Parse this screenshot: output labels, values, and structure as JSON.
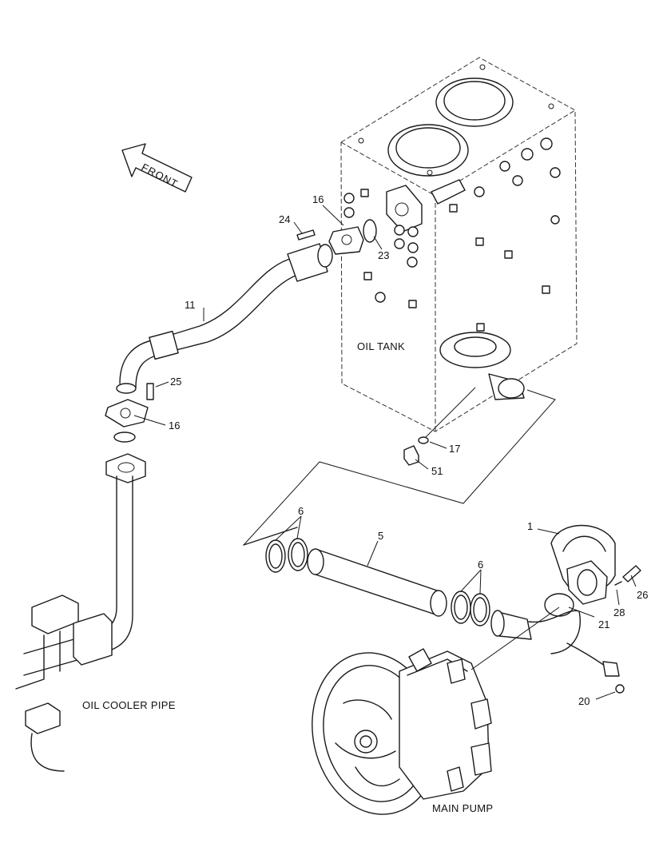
{
  "direction_arrow": {
    "text": "FRONT"
  },
  "assemblies": {
    "oil_tank": "OIL TANK",
    "oil_cooler_pipe": "OIL COOLER PIPE",
    "main_pump": "MAIN PUMP"
  },
  "callouts": [
    {
      "id": "c16a",
      "text": "16"
    },
    {
      "id": "c24",
      "text": "24"
    },
    {
      "id": "c23",
      "text": "23"
    },
    {
      "id": "c11",
      "text": "11"
    },
    {
      "id": "c25",
      "text": "25"
    },
    {
      "id": "c16b",
      "text": "16"
    },
    {
      "id": "c17",
      "text": "17"
    },
    {
      "id": "c51",
      "text": "51"
    },
    {
      "id": "c6a",
      "text": "6"
    },
    {
      "id": "c5",
      "text": "5"
    },
    {
      "id": "c1",
      "text": "1"
    },
    {
      "id": "c6b",
      "text": "6"
    },
    {
      "id": "c26",
      "text": "26"
    },
    {
      "id": "c28",
      "text": "28"
    },
    {
      "id": "c21",
      "text": "21"
    },
    {
      "id": "c20",
      "text": "20"
    }
  ]
}
